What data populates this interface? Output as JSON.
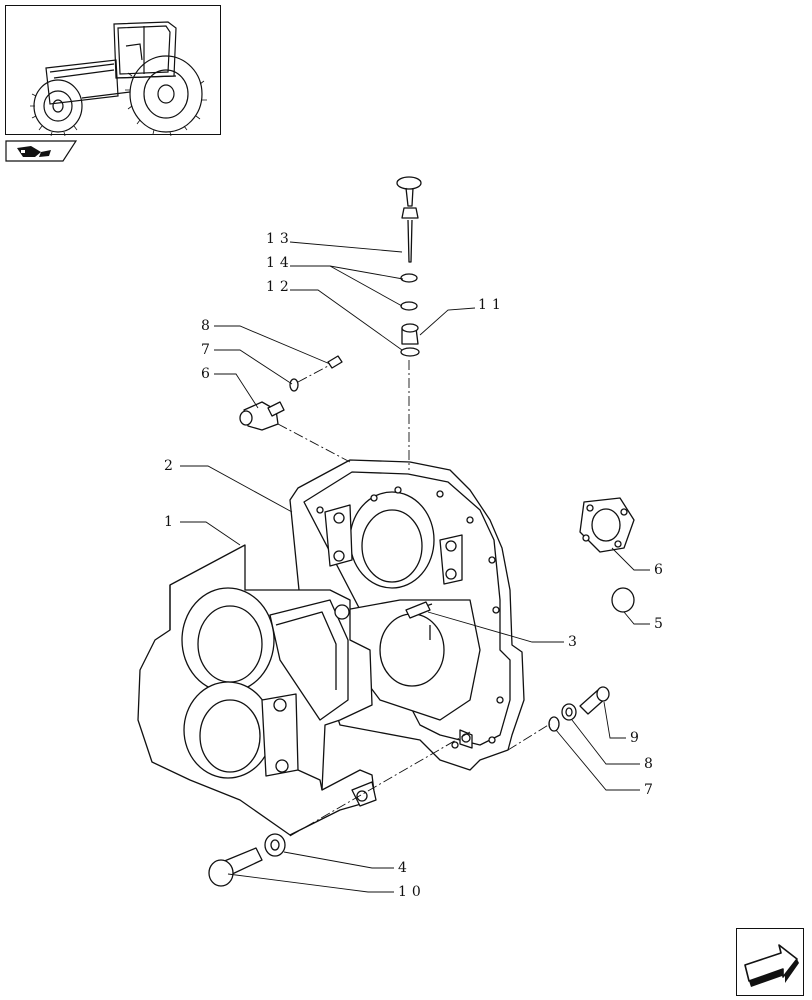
{
  "thumbnail": {
    "icon": "tractor-icon"
  },
  "reference_tab": {
    "icon": "section-reference-icon"
  },
  "navigation": {
    "icon": "next-page-arrow-icon"
  },
  "callouts": [
    {
      "id": "c1",
      "label": "1"
    },
    {
      "id": "c2",
      "label": "2"
    },
    {
      "id": "c3",
      "label": "3"
    },
    {
      "id": "c4",
      "label": "4"
    },
    {
      "id": "c5",
      "label": "5"
    },
    {
      "id": "c6a",
      "label": "6"
    },
    {
      "id": "c6b",
      "label": "6"
    },
    {
      "id": "c7a",
      "label": "7"
    },
    {
      "id": "c7b",
      "label": "7"
    },
    {
      "id": "c8a",
      "label": "8"
    },
    {
      "id": "c8b",
      "label": "8"
    },
    {
      "id": "c9",
      "label": "9"
    },
    {
      "id": "c10",
      "label": "10"
    },
    {
      "id": "c11",
      "label": "11"
    },
    {
      "id": "c12",
      "label": "12"
    },
    {
      "id": "c13",
      "label": "13"
    },
    {
      "id": "c14",
      "label": "14"
    }
  ],
  "colors": {
    "line": "#111111",
    "background": "#ffffff"
  }
}
